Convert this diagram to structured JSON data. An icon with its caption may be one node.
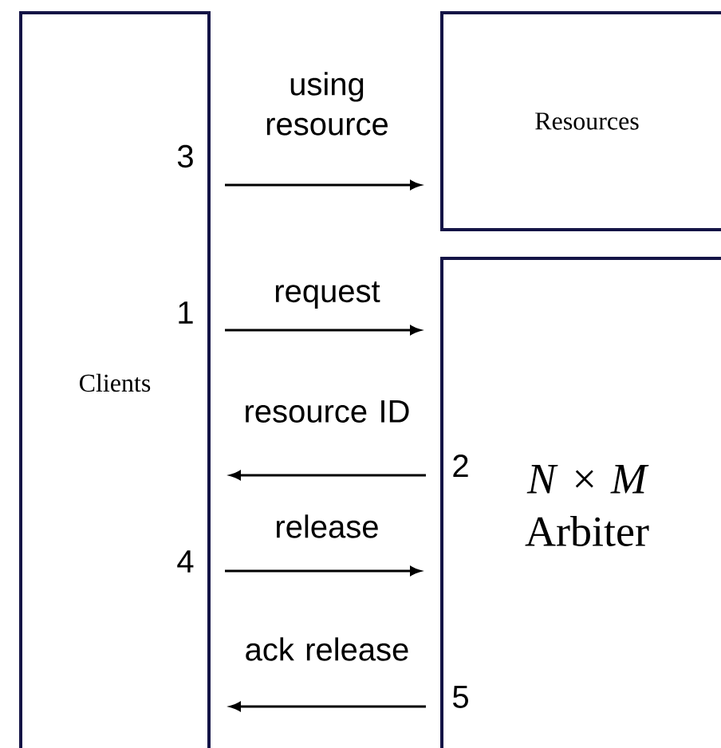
{
  "diagram": {
    "nodes": [
      {
        "text": [
          "Clients"
        ]
      },
      {
        "text": [
          "Resources"
        ]
      },
      {
        "text": [
          "*N* × *M* Arbiter"
        ]
      }
    ],
    "edges": [
      {
        "from": 0,
        "to": 1,
        "arrow": "to",
        "label": "using resource"
      },
      {
        "from": 0,
        "to": 2,
        "arrow": "to",
        "label": "request"
      },
      {
        "from": 2,
        "to": 0,
        "arrow": "to",
        "label": "resource ID"
      },
      {
        "from": 0,
        "to": 2,
        "arrow": "to",
        "label": "release"
      },
      {
        "from": 2,
        "to": 0,
        "arrow": "to",
        "label": "ack release"
      }
    ],
    "labels": [
      "3",
      "1",
      "2",
      "4",
      "5"
    ]
  }
}
